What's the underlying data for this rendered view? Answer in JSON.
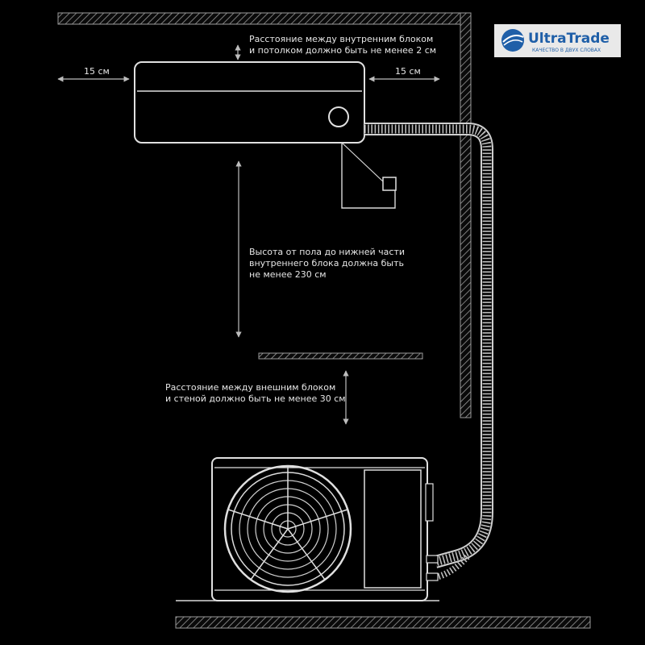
{
  "logo": {
    "title": "UltraTrade",
    "subtitle": "КАЧЕСТВО В ДВУХ СЛОВАХ"
  },
  "annotations": {
    "ceiling_gap": [
      "Расстояние между внутренним блоком",
      "и потолком должно быть не менее 2 см"
    ],
    "left_gap": "15 см",
    "right_gap": "15 см",
    "floor_height": [
      "Высота от пола до нижней части",
      "внутреннего блока должна быть",
      "не менее 230 см"
    ],
    "outdoor_wall_gap": [
      "Расстояние между внешним блоком",
      "и стеной должно быть не менее 30 см"
    ]
  },
  "colors": {
    "background": "#000000",
    "line": "#d9d9d9",
    "arrow": "#bdbdbd",
    "logo_blue": "#1f5fa8",
    "logo_bg": "#e9e9e9"
  }
}
